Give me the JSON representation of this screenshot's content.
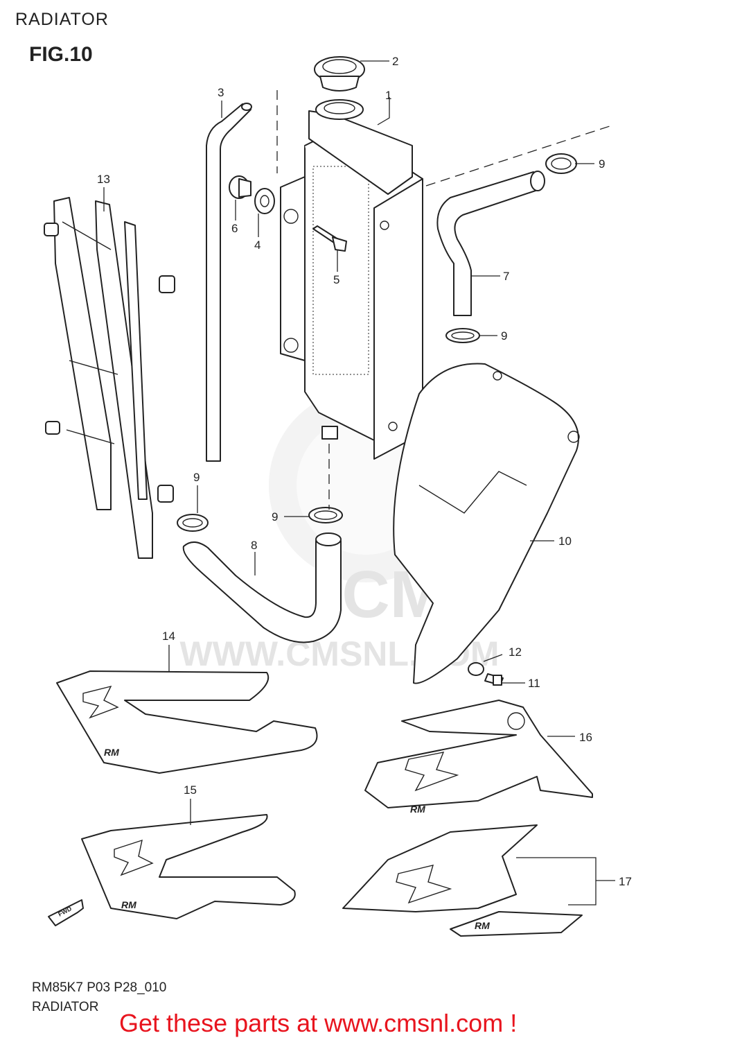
{
  "page": {
    "header": "RADIATOR",
    "figure": "FIG.10",
    "model_code": "RM85K7 P03 P28_010",
    "subtitle": "RADIATOR",
    "cta": "Get these parts at www.cmsnl.com !",
    "cta_color": "#e8141e"
  },
  "watermark": {
    "brand": "CMS",
    "url": "WWW.CMSNL.COM"
  },
  "decals": {
    "brand_mark": "S",
    "model_mark": "RM",
    "direction_mark": "FWD"
  },
  "parts": [
    {
      "id": "cap",
      "callout": "2"
    },
    {
      "id": "radiator",
      "callout": "1"
    },
    {
      "id": "breather-hose",
      "callout": "3"
    },
    {
      "id": "guard",
      "callout": "13"
    },
    {
      "id": "grommet-6",
      "callout": "6"
    },
    {
      "id": "cushion-4",
      "callout": "4"
    },
    {
      "id": "bolt-5",
      "callout": "5"
    },
    {
      "id": "clamp-9a",
      "callout": "9"
    },
    {
      "id": "hose-7",
      "callout": "7"
    },
    {
      "id": "clamp-9b",
      "callout": "9"
    },
    {
      "id": "clamp-9c",
      "callout": "9"
    },
    {
      "id": "clamp-9d",
      "callout": "9"
    },
    {
      "id": "hose-8",
      "callout": "8"
    },
    {
      "id": "cover-10",
      "callout": "10"
    },
    {
      "id": "washer-12",
      "callout": "12"
    },
    {
      "id": "bolt-11",
      "callout": "11"
    },
    {
      "id": "shroud-14",
      "callout": "14"
    },
    {
      "id": "shroud-15",
      "callout": "15"
    },
    {
      "id": "decal-16",
      "callout": "16"
    },
    {
      "id": "decal-17",
      "callout": "17"
    }
  ]
}
